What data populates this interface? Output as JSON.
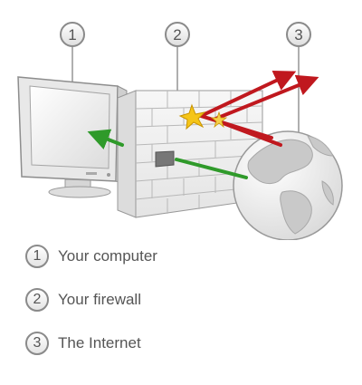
{
  "callouts": [
    {
      "number": "1",
      "target": "computer"
    },
    {
      "number": "2",
      "target": "firewall"
    },
    {
      "number": "3",
      "target": "internet"
    }
  ],
  "legend": [
    {
      "number": "1",
      "label": "Your computer"
    },
    {
      "number": "2",
      "label": "Your firewall"
    },
    {
      "number": "3",
      "label": "The Internet"
    }
  ],
  "colors": {
    "blocked_arrow": "#c0181e",
    "allowed_arrow": "#2f9a2a",
    "wall": "#f2f2f2",
    "globe_ocean": "#ffffff",
    "globe_land": "#c9c9c9"
  },
  "icons": [
    "computer-monitor-icon",
    "brick-firewall-icon",
    "globe-icon",
    "blocked-spark-icon"
  ]
}
